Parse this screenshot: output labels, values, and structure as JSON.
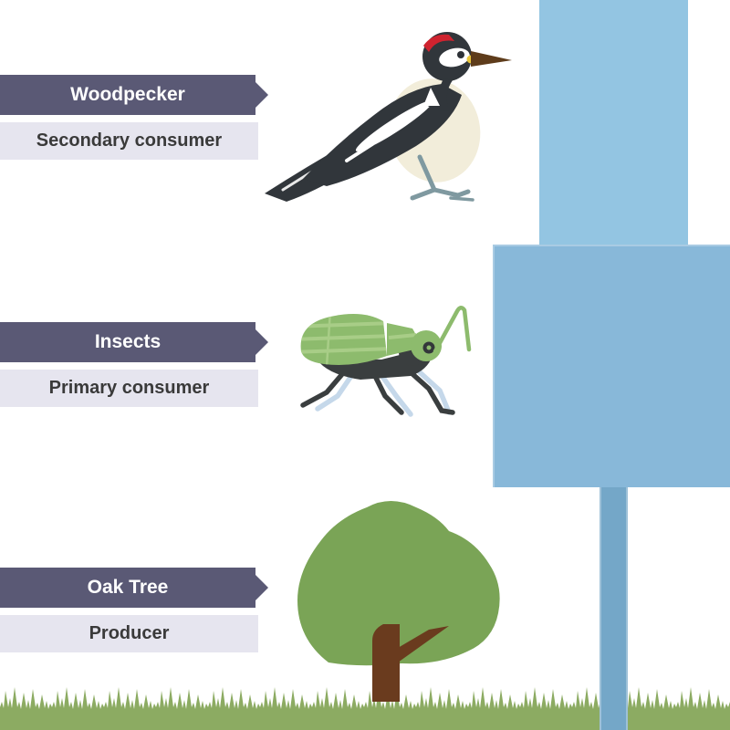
{
  "diagram": {
    "type": "food-chain",
    "levels": [
      {
        "name": "Woodpecker",
        "role": "Secondary consumer",
        "organism": "woodpecker"
      },
      {
        "name": "Insects",
        "role": "Primary consumer",
        "organism": "insect"
      },
      {
        "name": "Oak Tree",
        "role": "Producer",
        "organism": "oak-tree"
      }
    ]
  },
  "colors": {
    "banner_bg": "#5a5975",
    "banner_text": "#ffffff",
    "role_bg": "#e6e5ef",
    "role_text": "#3a3a3a",
    "arrow_light_blue": "#93c5e2",
    "arrow_mid_blue": "#88b8d9",
    "arrow_dark_blue": "#74a7c8",
    "grass_green": "#8cab62",
    "tree_green": "#7aa456",
    "trunk_brown": "#6a3b1e",
    "insect_green": "#8dbb6d",
    "insect_stripe_green": "#a8cd87",
    "insect_body_dark": "#3a3e3f",
    "insect_shadow_leg_blue": "#c5d8ea",
    "bird_dark": "#31363b",
    "bird_cream": "#f2edda",
    "bird_red": "#cf232f",
    "bird_beak_brown": "#5e3c1b",
    "bird_leg_gray": "#7f99a0"
  }
}
